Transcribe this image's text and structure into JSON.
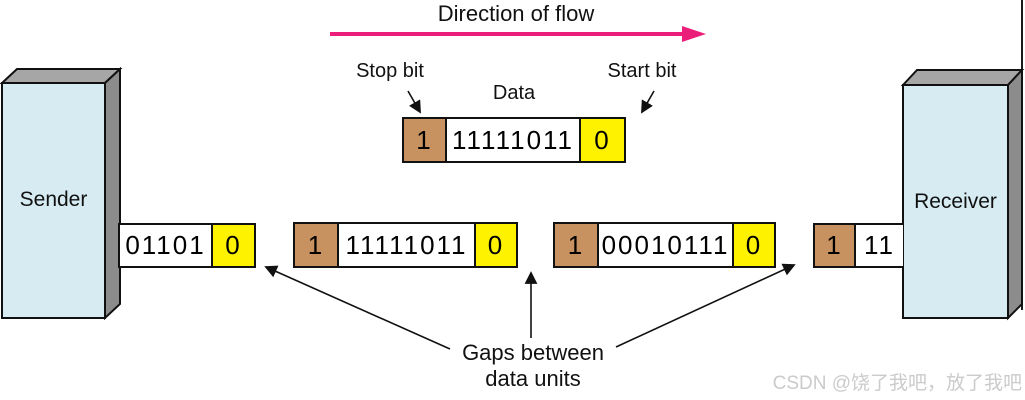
{
  "title": {
    "direction_label": "Direction of flow"
  },
  "legend": {
    "stop_bit_label": "Stop bit",
    "data_label": "Data",
    "start_bit_label": "Start bit"
  },
  "sender_label": "Sender",
  "receiver_label": "Receiver",
  "sample_frame": {
    "stop_bit": "1",
    "data": "11111011",
    "start_bit": "0"
  },
  "frames": [
    {
      "name": "frame-leaving-sender",
      "data": "01101",
      "start_bit": "0"
    },
    {
      "name": "frame-in-transit-1",
      "stop_bit": "1",
      "data": "11111011",
      "start_bit": "0"
    },
    {
      "name": "frame-in-transit-2",
      "stop_bit": "1",
      "data": "00010111",
      "start_bit": "0"
    },
    {
      "name": "frame-entering-receiver",
      "stop_bit": "1",
      "data": "11"
    }
  ],
  "gaps_label": {
    "line1": "Gaps between",
    "line2": "data units"
  },
  "watermark": "CSDN @饶了我吧，放了我吧",
  "colors": {
    "arrow_pink": "#EB1E79",
    "stop_bit_fill": "#C7925F",
    "start_bit_fill": "#FFF200",
    "box_front": "#D6EBF2",
    "box_top": "#A6A6A6",
    "box_side": "#8C8C8C",
    "watermark": "#CBCBCB"
  }
}
